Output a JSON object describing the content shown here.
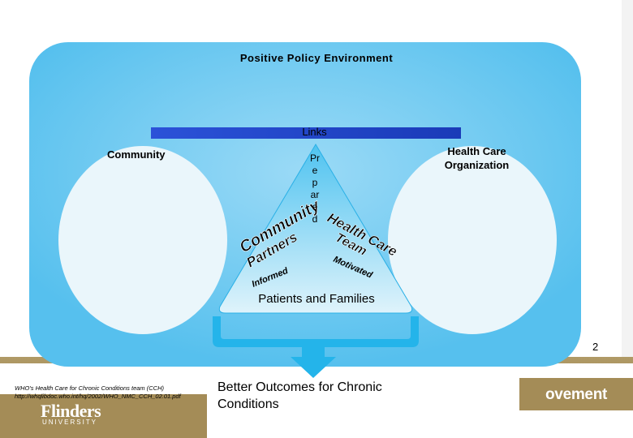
{
  "diagram": {
    "environment_label": "Positive Policy Environment",
    "links_label": "Links",
    "community_label": "Community",
    "organization_label": "Health Care Organization",
    "center_vertical_word": "Prepared",
    "triangle_left_words": [
      "Community",
      "Partners",
      "Informed"
    ],
    "triangle_right_words": [
      "Health Care",
      "Team",
      "Motivated"
    ],
    "patients_label": "Patients and Families",
    "outcome_label": "Better Outcomes for Chronic Conditions"
  },
  "footer": {
    "citation": "WHO's Health Care for Chronic Conditions team (CCH) http://whqlibdoc.who.int/hq/2002/WHO_NMC_CCH_02.01.pdf",
    "university_logo": "Flinders",
    "university_logo_sub": "UNIVERSITY",
    "right_logo_text": "ovement",
    "page_number": "2"
  },
  "colors": {
    "outer_panel": "#5cc3f0",
    "ellipse_fill": "#eaf6fb",
    "links_bar": "#1f45cc",
    "triangle_top": "#5cc8f2",
    "triangle_bottom": "#d8f1fb",
    "arrow": "#24b4ea",
    "footer_band": "#a48c57"
  },
  "icons": [
    "flinders-logo-icon"
  ]
}
